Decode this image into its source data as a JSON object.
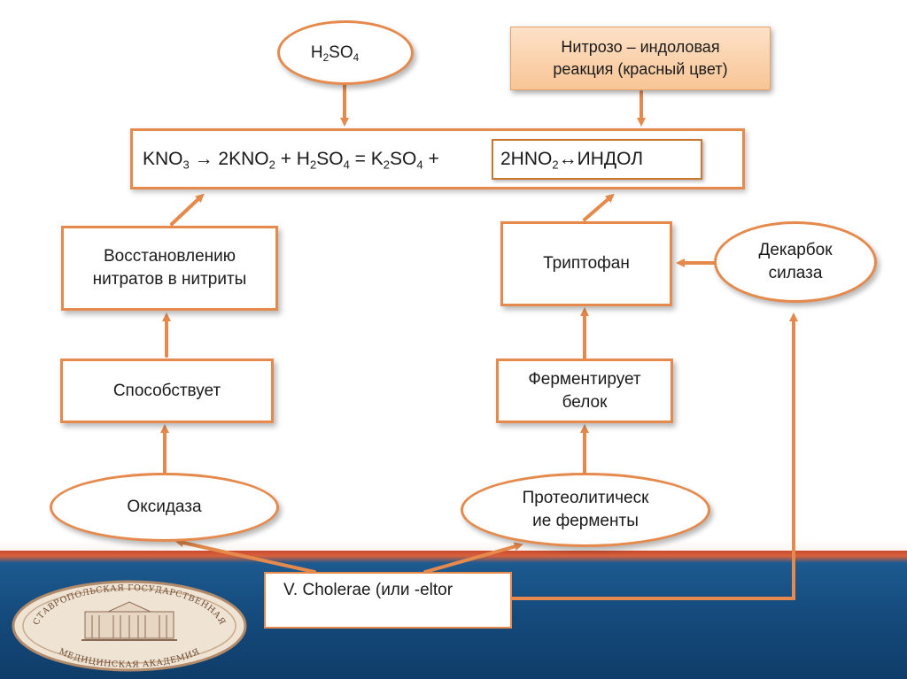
{
  "diagram": {
    "h2so4_ellipse": {
      "label_main": "H",
      "label_sub1": "2",
      "label_mid": "SO",
      "label_sub2": "4"
    },
    "nitroso_note": {
      "line1": "Нитрозо – индоловая",
      "line2": "реакция (красный цвет)"
    },
    "equation": {
      "part_kno": "KNO",
      "sub_3": "3",
      "part_arrow_kno2": " → 2KNO",
      "sub_2a": "2",
      "part_plus_h": " + H",
      "sub_2b": "2",
      "part_so4": "SO",
      "sub_4a": "4",
      "part_eq_k": " = K",
      "sub_2c": "2",
      "part_so4b": "SO",
      "sub_4b": "4",
      "part_plus": " +",
      "inner_main": "2HNO",
      "inner_sub": "2",
      "inner_tail": "↔ИНДОЛ"
    },
    "reduction_box": {
      "line1": "Восстановлению",
      "line2": "нитратов в нитриты"
    },
    "tryptophan_box": {
      "label": "Триптофан"
    },
    "decarbox_ellipse": {
      "line1": "Декарбок",
      "line2": "силаза"
    },
    "promotes_box": {
      "label": "Способствует"
    },
    "ferment_box": {
      "line1": "Ферментирует",
      "line2": "белок"
    },
    "oxidase_ellipse": {
      "label": "Оксидаза"
    },
    "proteolytic_ellipse": {
      "line1": "Протеолитическ",
      "line2": "ие ферменты"
    },
    "vcholerae_box": {
      "label": "V. Cholerae (или -eltor"
    }
  },
  "logo": {
    "top_text": "СТАВРОПОЛЬСКАЯ ГОСУДАРСТВЕННАЯ",
    "bottom_text": "МЕДИЦИНСКАЯ АКАДЕМИЯ"
  },
  "colors": {
    "accent_orange": "#e58a4c",
    "band_blue": "#154b7d",
    "band_red": "#c94a2f",
    "note_fill": "#f8c596"
  }
}
